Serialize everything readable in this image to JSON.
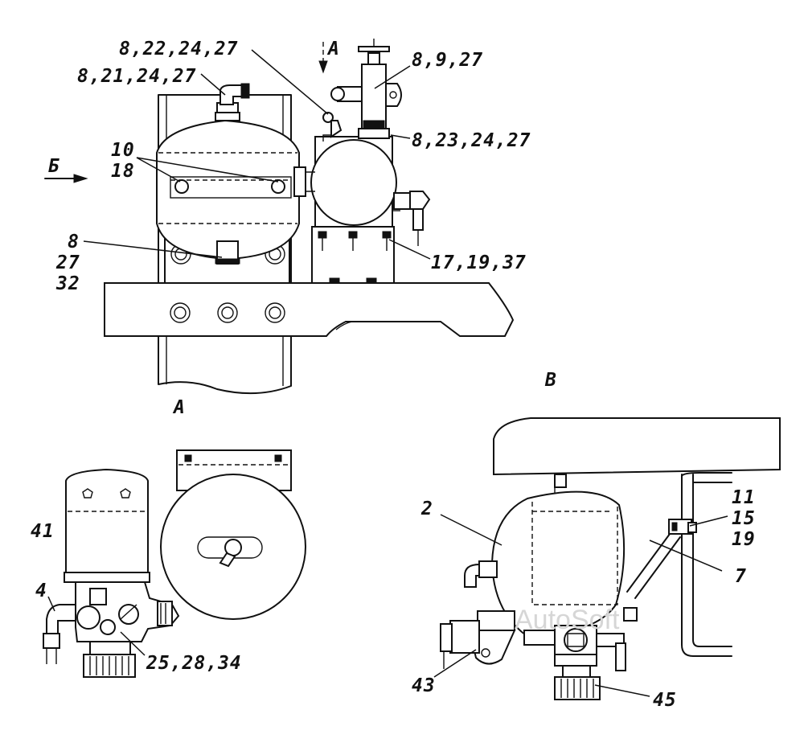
{
  "view_marks": {
    "arrow_a_top": "A",
    "arrow_b_left": "Б",
    "view_a_caption": "A",
    "view_b_caption": "B"
  },
  "callouts": {
    "c_8_22_24_27": "8,22,24,27",
    "c_8_21_24_27": "8,21,24,27",
    "c_8_9_27": "8,9,27",
    "c_8_23_24_27": "8,23,24,27",
    "c_10": "10",
    "c_18": "18",
    "c_8": "8",
    "c_27": "27",
    "c_32": "32",
    "c_17_19_37": "17,19,37",
    "c_41": "41",
    "c_4": "4",
    "c_25_28_34": "25,28,34",
    "c_2": "2",
    "c_11": "11",
    "c_15": "15",
    "c_19": "19",
    "c_7": "7",
    "c_43": "43",
    "c_45": "45"
  },
  "watermark": "AutoSoft"
}
